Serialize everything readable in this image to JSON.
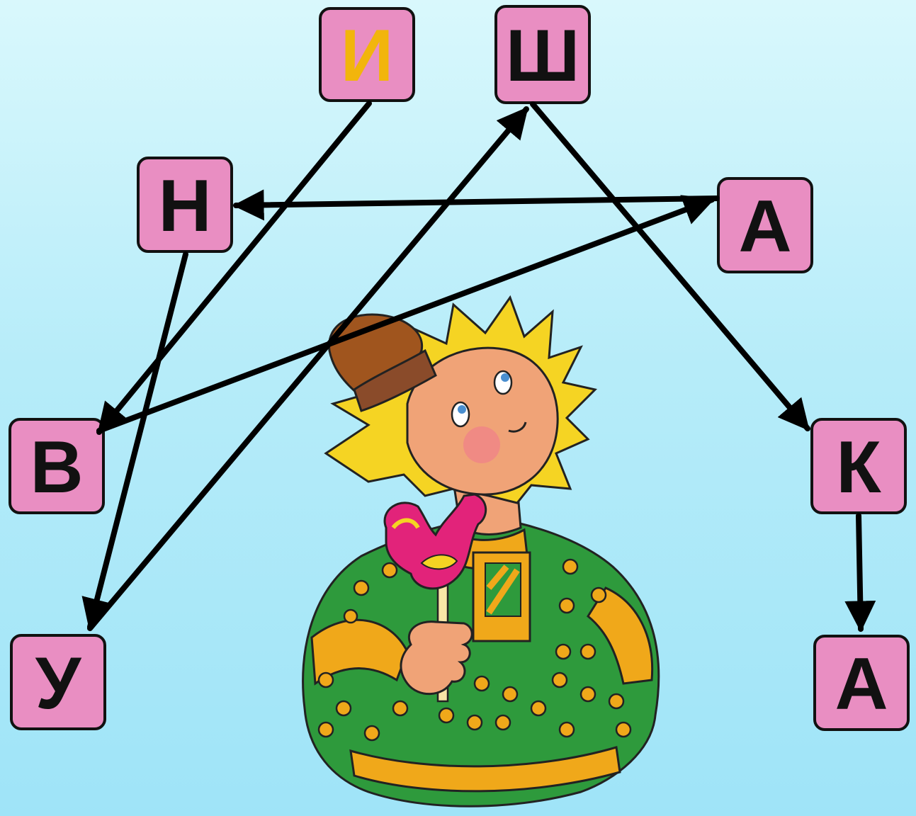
{
  "puzzle": {
    "tiles": [
      {
        "id": "tile-0",
        "letter": "И",
        "color": "#f2b50c"
      },
      {
        "id": "tile-1",
        "letter": "Ш",
        "color": "#111111"
      },
      {
        "id": "tile-2",
        "letter": "Н",
        "color": "#111111"
      },
      {
        "id": "tile-3",
        "letter": "А",
        "color": "#111111"
      },
      {
        "id": "tile-4",
        "letter": "В",
        "color": "#111111"
      },
      {
        "id": "tile-5",
        "letter": "К",
        "color": "#111111"
      },
      {
        "id": "tile-6",
        "letter": "У",
        "color": "#111111"
      },
      {
        "id": "tile-7",
        "letter": "А",
        "color": "#111111"
      }
    ],
    "path": [
      "И",
      "В",
      "А",
      "Н",
      "У",
      "Ш",
      "К",
      "А"
    ],
    "tile_fill": "#e98ec2",
    "arrow_color": "#000000"
  },
  "illustration": {
    "icon": "boy-in-russian-folk-shirt-with-rooster-lollipop",
    "shirt_color": "#2e9a3c",
    "trim_color": "#f0a81a",
    "hair_color": "#f5d423",
    "cap_color": "#a0551e",
    "lollipop_color": "#e2237a"
  }
}
